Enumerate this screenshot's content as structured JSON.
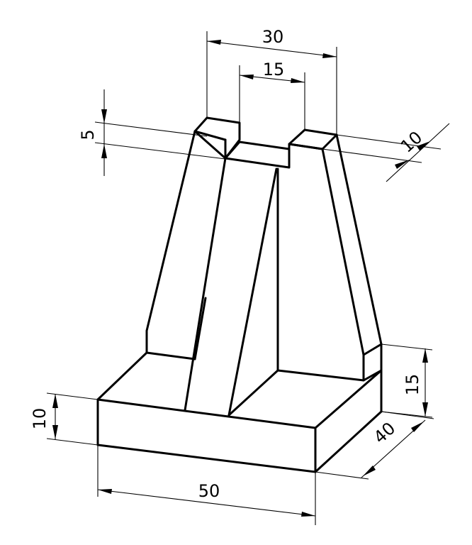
{
  "drawing": {
    "line_color": "#000000",
    "background": "#ffffff"
  },
  "dimensions": {
    "top_width": "30",
    "slot_width": "15",
    "slot_depth": "5",
    "thickness": "10",
    "base_height": "10",
    "base_length": "50",
    "base_depth": "40",
    "step_height": "15"
  }
}
